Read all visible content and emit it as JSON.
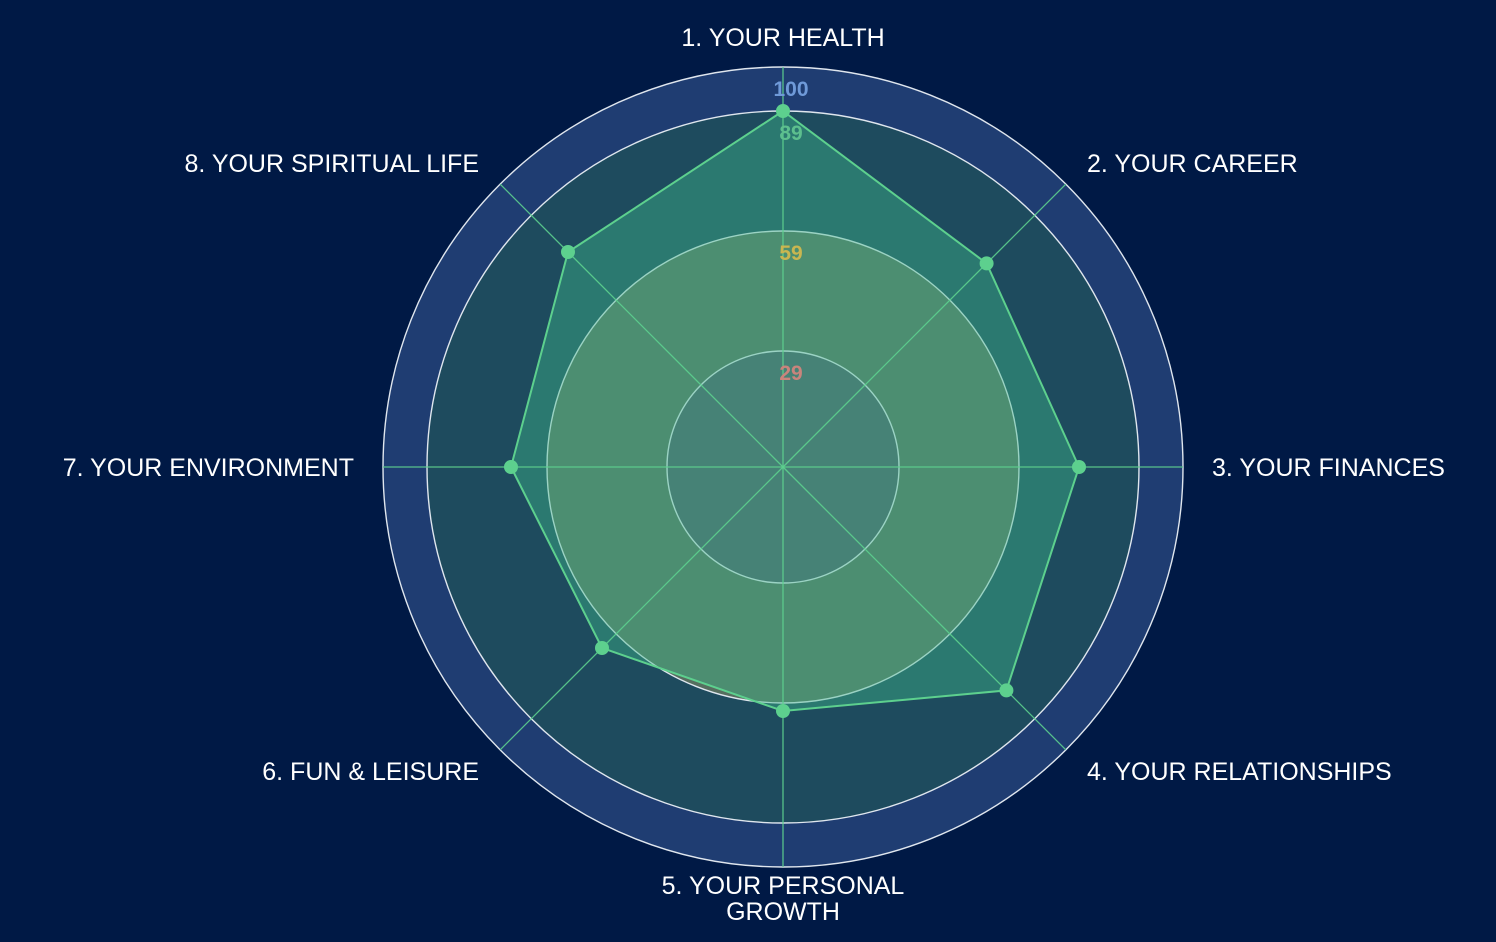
{
  "chart_data": {
    "type": "radar",
    "categories": [
      "1. YOUR HEALTH",
      "2. YOUR CAREER",
      "3. YOUR FINANCES",
      "4. YOUR RELATIONSHIPS",
      "5. YOUR PERSONAL GROWTH",
      "6. FUN & LEISURE",
      "7. YOUR ENVIRONMENT",
      "8. YOUR SPIRITUAL LIFE"
    ],
    "category_lines": [
      [
        "1. YOUR HEALTH"
      ],
      [
        "2. YOUR CAREER"
      ],
      [
        "3. YOUR FINANCES"
      ],
      [
        "4. YOUR RELATIONSHIPS"
      ],
      [
        "5. YOUR PERSONAL",
        "GROWTH"
      ],
      [
        "6. FUN & LEISURE"
      ],
      [
        "7. YOUR ENVIRONMENT"
      ],
      [
        "8. YOUR SPIRITUAL LIFE"
      ]
    ],
    "series": [
      {
        "values": [
          89,
          72,
          74,
          79,
          61,
          64,
          68,
          76
        ]
      }
    ],
    "rings": [
      {
        "value": 100,
        "label": "100",
        "fill": "#1f3d72",
        "label_color": "#6f9ad8"
      },
      {
        "value": 89,
        "label": "89",
        "fill": "#1e4b5e",
        "label_color": "#5dbf8e"
      },
      {
        "value": 59,
        "label": "59",
        "fill": "#566e5f",
        "label_color": "#c9b650"
      },
      {
        "value": 29,
        "label": "29",
        "fill": "#4c5a68",
        "label_color": "#c9847c"
      }
    ],
    "range": [
      0,
      100
    ],
    "colors": {
      "background": "#001945",
      "series_line": "#5dd08e",
      "series_fill": "#3fb98a",
      "ring_stroke": "#dfe6ee",
      "spoke": "#5dd08e",
      "label": "#ffffff"
    }
  }
}
